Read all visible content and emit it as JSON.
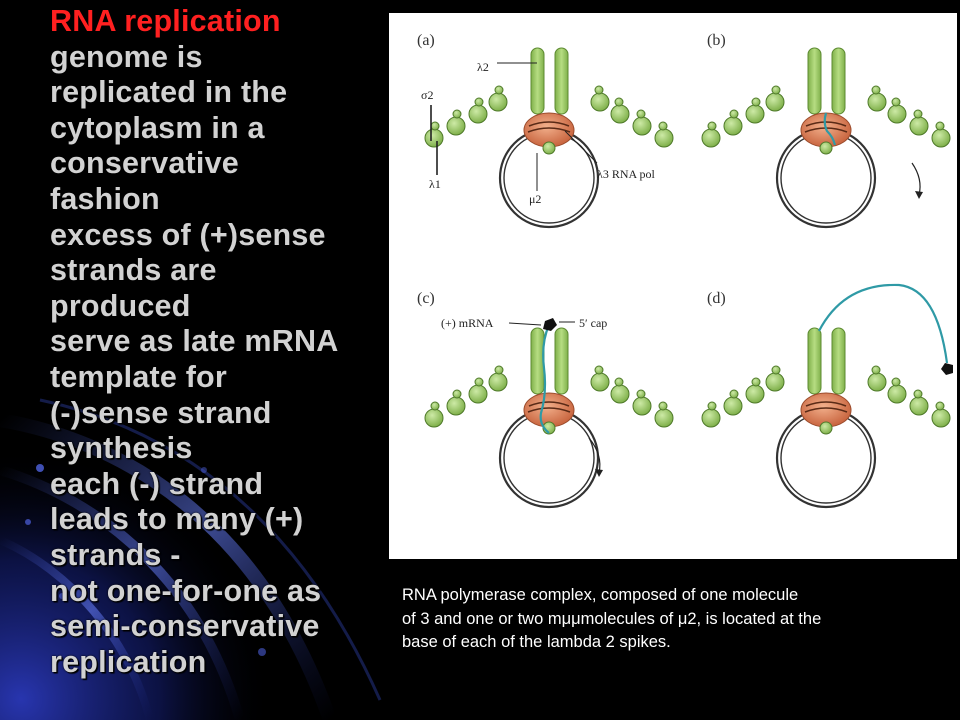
{
  "slide": {
    "title": "RNA replication",
    "body_lines": [
      "genome is",
      "replicated in the",
      "cytoplasm in a",
      "conservative",
      "fashion",
      "excess of (+)sense",
      "strands are",
      "produced",
      "serve as late mRNA",
      "template for",
      "(-)sense strand",
      "synthesis",
      "each (-) strand",
      "leads to many (+)",
      "strands -",
      "not one-for-one as",
      "semi-conservative",
      "replication"
    ],
    "caption_lines": [
      "RNA polymerase complex, composed of one molecule",
      "of 3 and one or two mμμmolecules of μ2, is located at the",
      "base of each of the lambda 2 spikes."
    ]
  },
  "figure": {
    "panels": [
      {
        "letter": "(a)"
      },
      {
        "letter": "(b)"
      },
      {
        "letter": "(c)"
      },
      {
        "letter": "(d)"
      }
    ],
    "labels": {
      "lambda2": "λ2",
      "sigma2": "σ2",
      "lambda1": "λ1",
      "mu2": "μ2",
      "rna_pol": "λ3 RNA pol",
      "mrna": "(+) mRNA",
      "cap": "5′ cap"
    }
  },
  "colors": {
    "title": "#ff2020",
    "body_text": "#d2d2d2",
    "caption": "#ffffff",
    "background": "#000000",
    "spike_green": "#a3cf6a",
    "polymerase": "#d9825e",
    "rna_strand": "#2f9aa6"
  }
}
